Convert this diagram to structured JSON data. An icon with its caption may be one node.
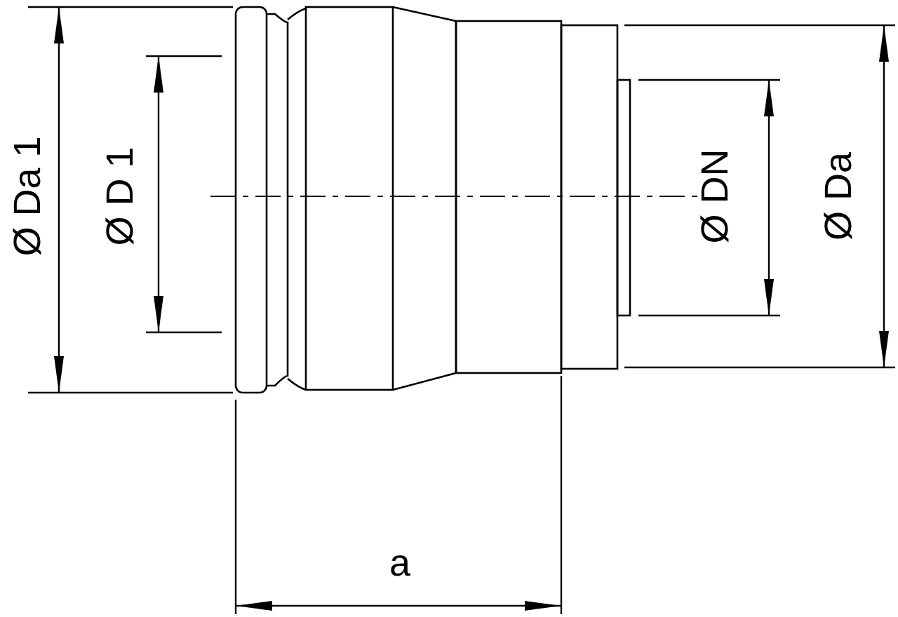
{
  "diagram": {
    "labels": [
      "Ø Da 1",
      "Ø D 1",
      "Ø DN",
      "Ø Da",
      "a"
    ]
  }
}
